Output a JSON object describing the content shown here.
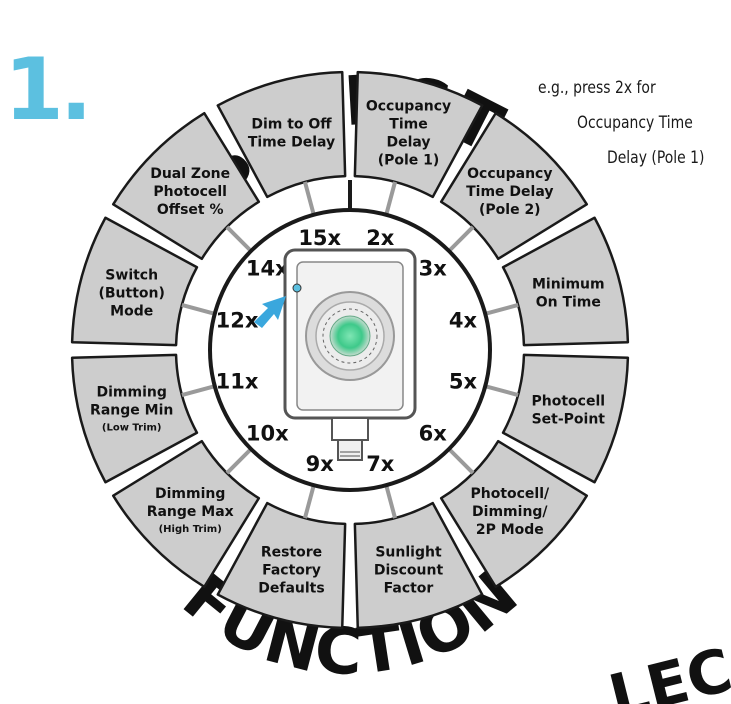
{
  "step_number": "1.",
  "title_top": "SELECT",
  "title_bottom": "FUNCTION",
  "partial_title": "LEC",
  "example_note": {
    "line1": "e.g., press 2x for",
    "line2": "Occupancy Time",
    "line3": "Delay  (Pole 1)"
  },
  "functions": [
    {
      "press": "2x",
      "lines": [
        "Occupancy",
        "Time",
        "Delay",
        "(Pole 1)"
      ],
      "small_line": ""
    },
    {
      "press": "3x",
      "lines": [
        "Occupancy",
        "Time Delay",
        "(Pole 2)"
      ],
      "small_line": ""
    },
    {
      "press": "4x",
      "lines": [
        "Minimum",
        "On Time"
      ],
      "small_line": ""
    },
    {
      "press": "5x",
      "lines": [
        "Photocell",
        "Set-Point"
      ],
      "small_line": ""
    },
    {
      "press": "6x",
      "lines": [
        "Photocell/",
        "Dimming/",
        "2P Mode"
      ],
      "small_line": ""
    },
    {
      "press": "7x",
      "lines": [
        "Sunlight",
        "Discount",
        "Factor"
      ],
      "small_line": ""
    },
    {
      "press": "9x",
      "lines": [
        "Restore",
        "Factory",
        "Defaults"
      ],
      "small_line": ""
    },
    {
      "press": "10x",
      "lines": [
        "Dimming",
        "Range Max"
      ],
      "small_line": "(High Trim)"
    },
    {
      "press": "11x",
      "lines": [
        "Dimming",
        "Range Min"
      ],
      "small_line": "(Low Trim)"
    },
    {
      "press": "12x",
      "lines": [
        "Switch",
        "(Button)",
        "Mode"
      ],
      "small_line": ""
    },
    {
      "press": "14x",
      "lines": [
        "Dual Zone",
        "Photocell",
        "Offset %"
      ],
      "small_line": ""
    },
    {
      "press": "15x",
      "lines": [
        "Dim to Off",
        "Time Delay"
      ],
      "small_line": ""
    }
  ],
  "colors": {
    "segment_fill": "#cdcdcd",
    "outline": "#1a1a1a",
    "accent": "#5cc0e0",
    "lens": "#3ec98a"
  }
}
